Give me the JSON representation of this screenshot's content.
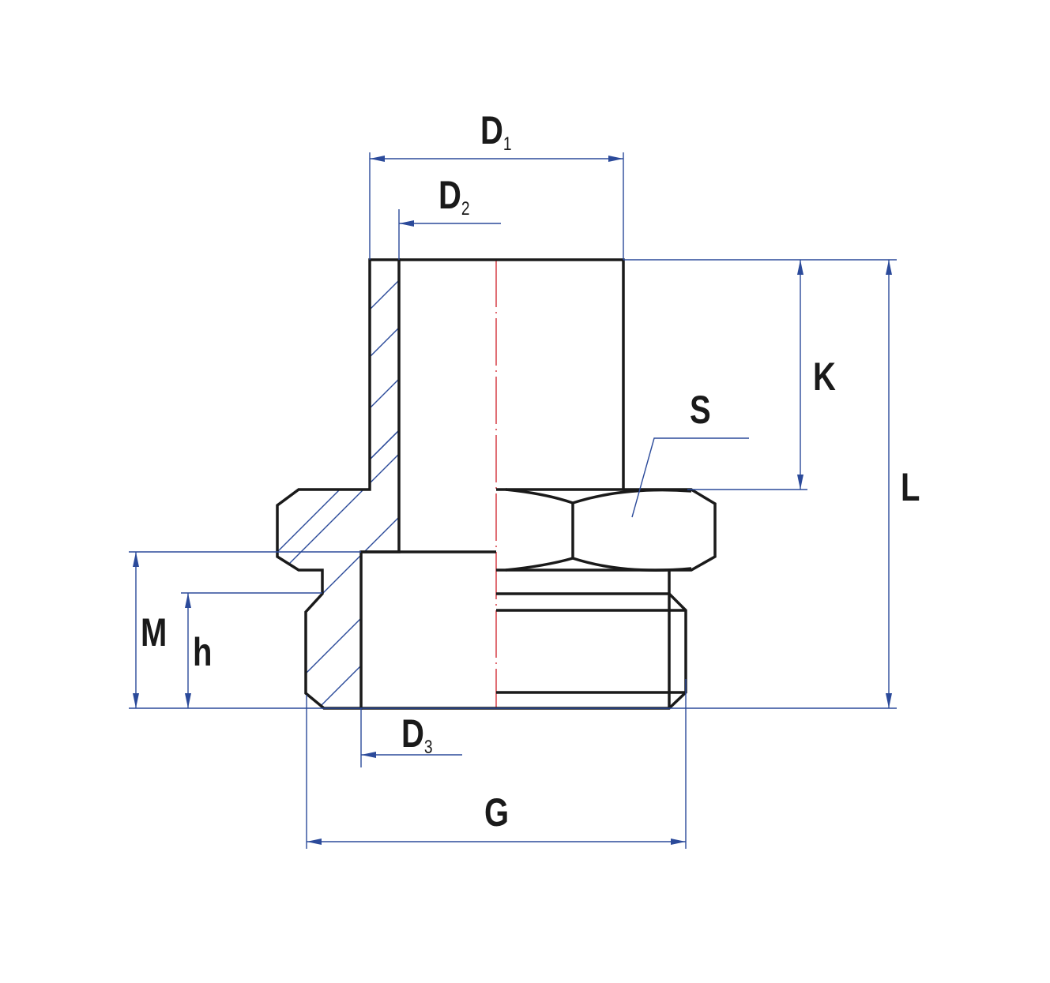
{
  "drawing": {
    "type": "fitting cross-section dimension drawing",
    "labels": {
      "d1": {
        "main": "D",
        "sub": "1"
      },
      "d2": {
        "main": "D",
        "sub": "2"
      },
      "d3": {
        "main": "D",
        "sub": "3"
      },
      "k": "K",
      "s": "S",
      "l": "L",
      "m": "M",
      "h": "h",
      "g": "G"
    },
    "colors": {
      "outline": "#1a1a1a",
      "dimension": "#2b4a9a",
      "centerline": "#d0202a"
    }
  }
}
